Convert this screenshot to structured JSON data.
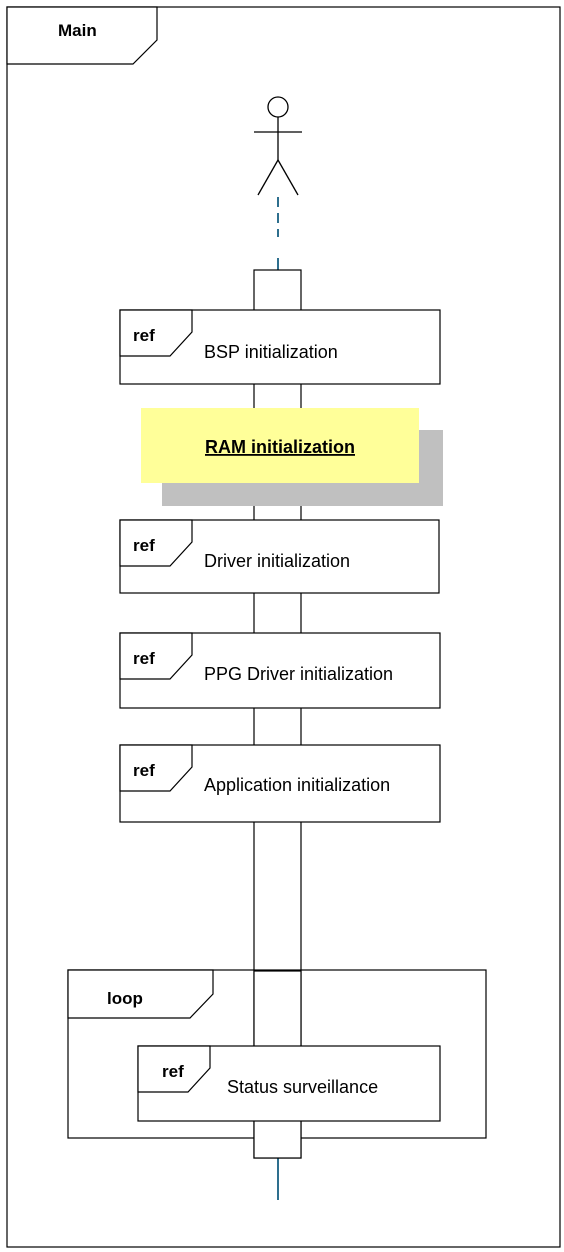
{
  "frame": {
    "title": "Main"
  },
  "refs": [
    {
      "tag": "ref",
      "label": "BSP initialization"
    },
    {
      "tag": "ref",
      "label": "Driver initialization"
    },
    {
      "tag": "ref",
      "label": "PPG Driver initialization"
    },
    {
      "tag": "ref",
      "label": "Application initialization"
    },
    {
      "tag": "ref",
      "label": "Status surveillance"
    }
  ],
  "note": {
    "label": "RAM initialization"
  },
  "loop": {
    "title": "loop"
  },
  "colors": {
    "stroke": "#000000",
    "lifeline": "#2e6f8e",
    "note_fill": "#ffff99",
    "shadow": "#c0c0c0"
  }
}
